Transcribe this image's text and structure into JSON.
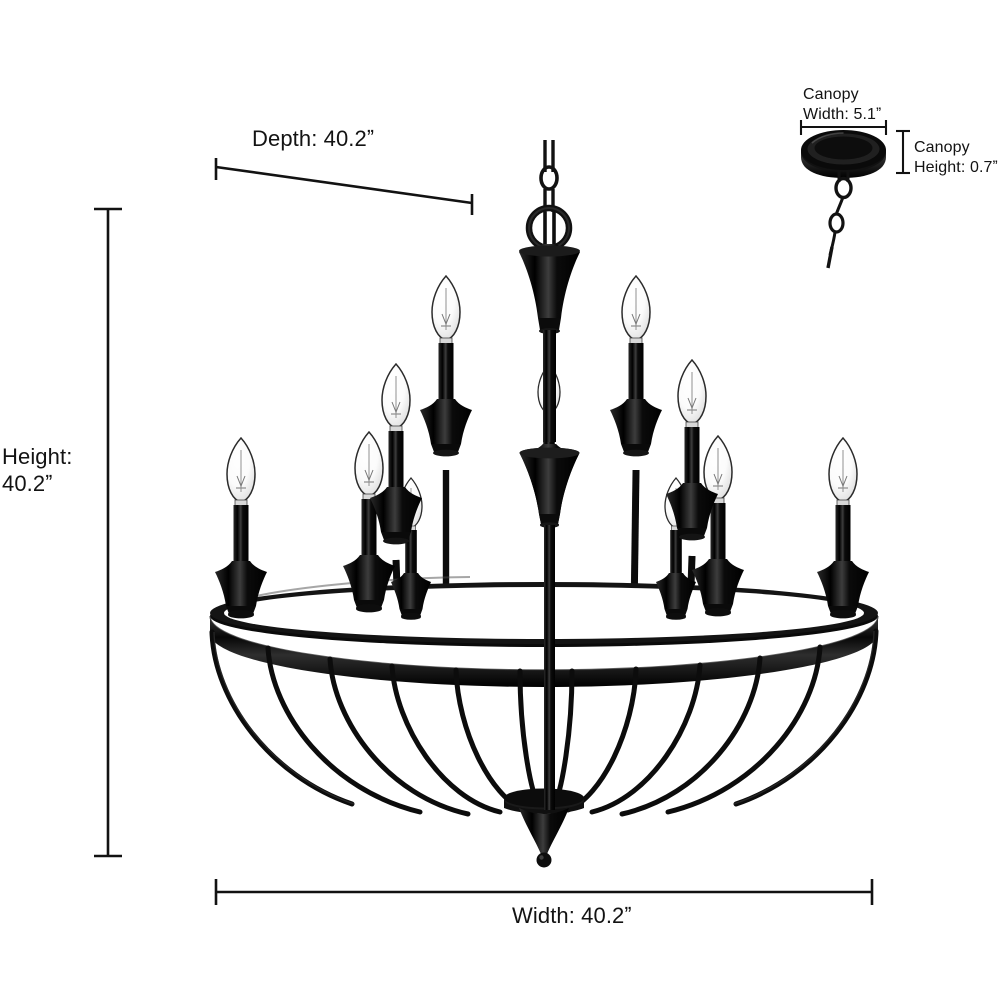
{
  "diagram": {
    "title": "Chandelier product dimension diagram",
    "product": "12-light two-tier basket cage chandelier",
    "finish_color": "#0d0d0d",
    "background_color": "#ffffff",
    "line_color": "#121212"
  },
  "dimensions": {
    "height": {
      "label": "Height:\n40.2ˮ",
      "name": "Height",
      "value": "40.2",
      "unit": "ˮ"
    },
    "width": {
      "label": "Width: 40.2ˮ",
      "name": "Width",
      "value": "40.2",
      "unit": "ˮ"
    },
    "depth": {
      "label": "Depth: 40.2ˮ",
      "name": "Depth",
      "value": "40.2",
      "unit": "ˮ"
    },
    "canopy_width": {
      "label": "Canopy\nWidth: 5.1ˮ",
      "name": "Canopy Width",
      "value": "5.1",
      "unit": "ˮ"
    },
    "canopy_height": {
      "label": "Canopy\nHeight: 0.7ˮ",
      "name": "Canopy Height",
      "value": "0.7",
      "unit": "ˮ"
    }
  },
  "chart_data": {
    "type": "table",
    "title": "Chandelier Dimensions",
    "categories": [
      "Height",
      "Width",
      "Depth",
      "Canopy Width",
      "Canopy Height"
    ],
    "values": [
      40.2,
      40.2,
      40.2,
      5.1,
      0.7
    ],
    "unit": "inches",
    "xlabel": "",
    "ylabel": ""
  },
  "fixture": {
    "candle_count": 12,
    "rib_count": 12,
    "tiers": [
      "upper",
      "lower"
    ],
    "parts": [
      "canopy",
      "chain",
      "hanging-loop",
      "center-column",
      "upper-candle-cluster",
      "lower-candle-ring",
      "rim-ring",
      "basket-ribs",
      "bottom-hub",
      "finial-cone",
      "finial-ball"
    ]
  }
}
